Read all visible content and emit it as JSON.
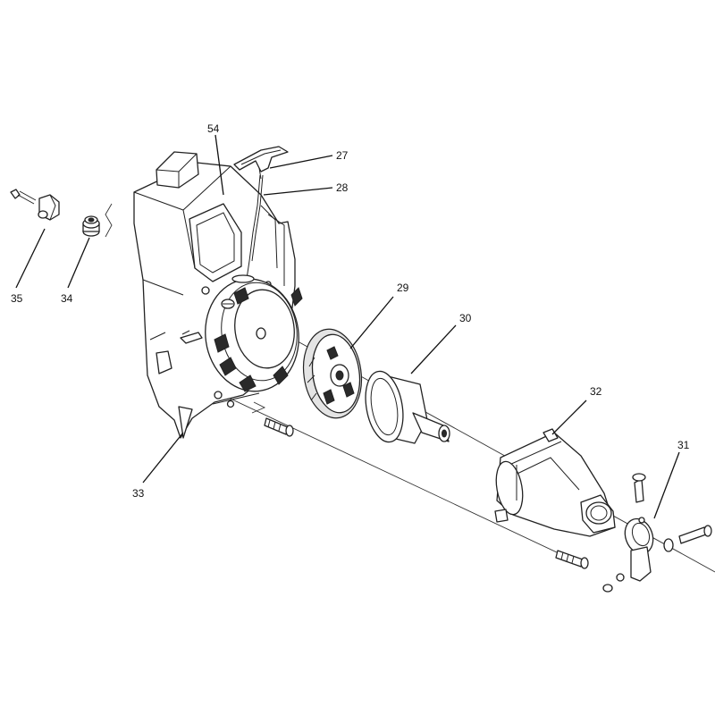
{
  "callouts": [
    {
      "id": "c54",
      "label": "54"
    },
    {
      "id": "c27",
      "label": "27"
    },
    {
      "id": "c28",
      "label": "28"
    },
    {
      "id": "c35",
      "label": "35"
    },
    {
      "id": "c34",
      "label": "34"
    },
    {
      "id": "c29",
      "label": "29"
    },
    {
      "id": "c30",
      "label": "30"
    },
    {
      "id": "c32",
      "label": "32"
    },
    {
      "id": "c31",
      "label": "31"
    },
    {
      "id": "c33",
      "label": "33"
    }
  ]
}
